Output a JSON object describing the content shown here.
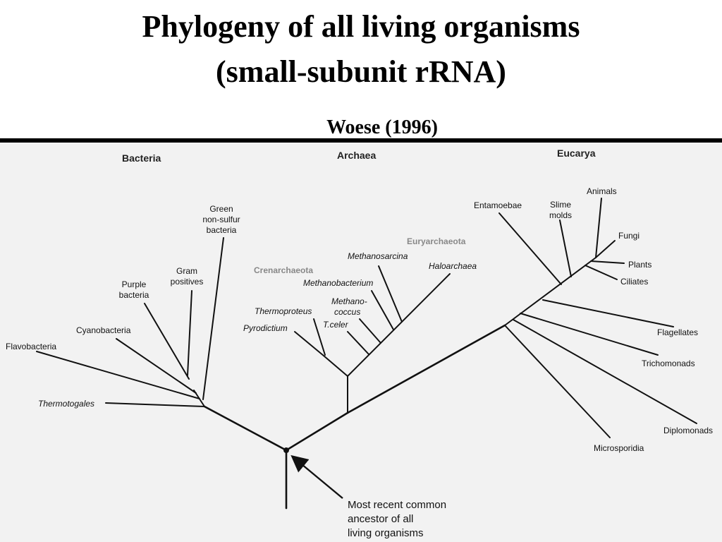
{
  "header": {
    "title_line1": "Phylogeny of all living organisms",
    "title_line2": "(small-subunit rRNA)",
    "subtitle": "Woese (1996)"
  },
  "domains": {
    "bacteria": "Bacteria",
    "archaea": "Archaea",
    "eucarya": "Eucarya"
  },
  "subgroups": {
    "crenarchaeota": "Crenarchaeota",
    "euryarchaeota": "Euryarchaeota"
  },
  "taxa": {
    "green_nonsulfur": [
      "Green",
      "non-sulfur",
      "bacteria"
    ],
    "gram_positives": [
      "Gram",
      "positives"
    ],
    "purple_bacteria": [
      "Purple",
      "bacteria"
    ],
    "cyanobacteria": "Cyanobacteria",
    "flavobacteria": "Flavobacteria",
    "thermotogales": "Thermotogales",
    "methanosarcina": "Methanosarcina",
    "methanobacterium": "Methanobacterium",
    "haloarchaea": "Haloarchaea",
    "thermoproteus": "Thermoproteus",
    "methanococcus": [
      "Methano-",
      "coccus"
    ],
    "t_celer": "T.celer",
    "pyrodictium": "Pyrodictium",
    "entamoebae": "Entamoebae",
    "slime_molds": [
      "Slime",
      "molds"
    ],
    "animals": "Animals",
    "fungi": "Fungi",
    "plants": "Plants",
    "ciliates": "Ciliates",
    "flagellates": "Flagellates",
    "trichomonads": "Trichomonads",
    "diplomonads": "Diplomonads",
    "microsporidia": "Microsporidia"
  },
  "annotation": [
    "Most recent common",
    "ancestor of all",
    "living organisms"
  ]
}
